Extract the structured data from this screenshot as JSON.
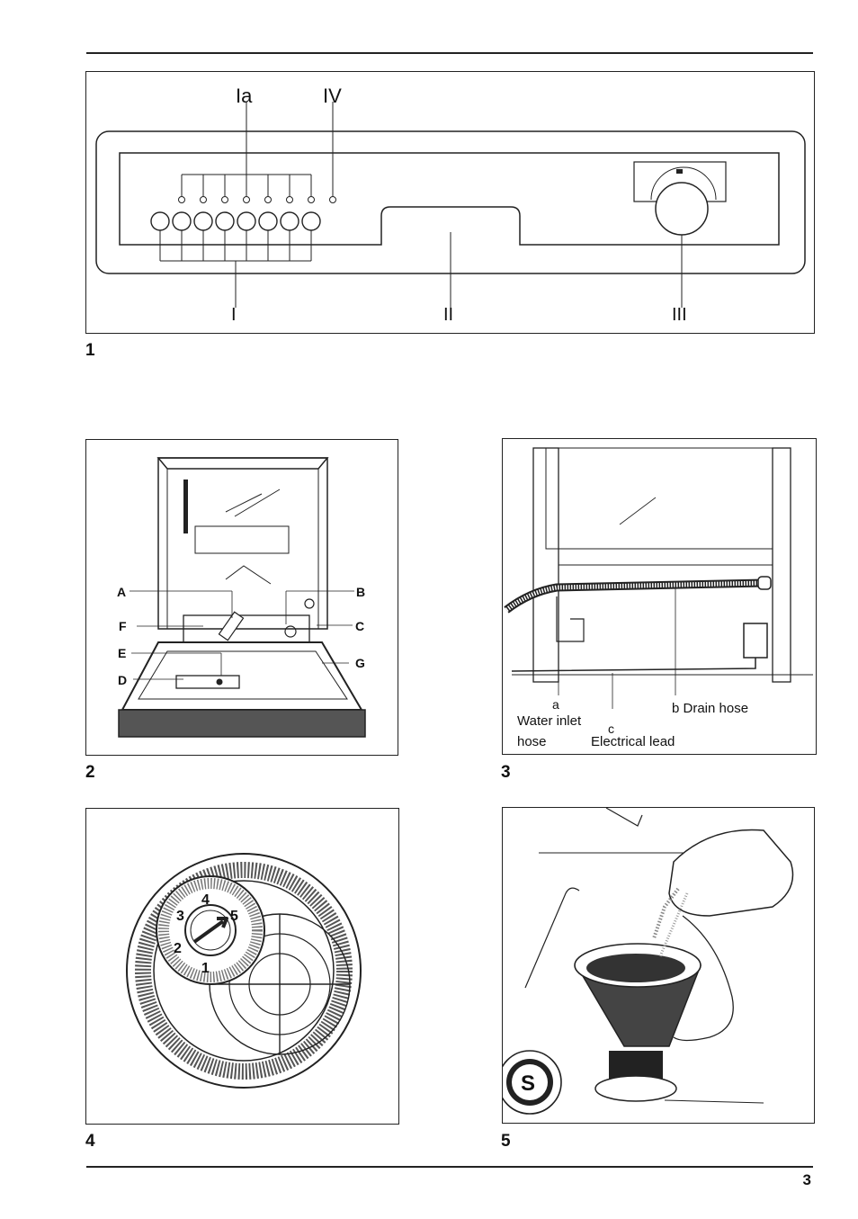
{
  "figures": {
    "fig1": {
      "number": "1",
      "labels": {
        "ia": "Ia",
        "iv": "IV",
        "i": "I",
        "ii": "II",
        "iii": "III"
      }
    },
    "fig2": {
      "number": "2",
      "labels": {
        "a": "A",
        "b": "B",
        "c": "C",
        "d": "D",
        "e": "E",
        "f": "F",
        "g": "G"
      }
    },
    "fig3": {
      "number": "3",
      "labels": {
        "a": "a",
        "water_inlet": "Water inlet",
        "hose": "hose",
        "b_drain": "b  Drain hose",
        "c": "c",
        "electrical": "Electrical lead"
      }
    },
    "fig4": {
      "number": "4",
      "dial": [
        "1",
        "2",
        "3",
        "4",
        "5"
      ]
    },
    "fig5": {
      "number": "5",
      "cap_letter": "S"
    }
  },
  "page_number": "3"
}
